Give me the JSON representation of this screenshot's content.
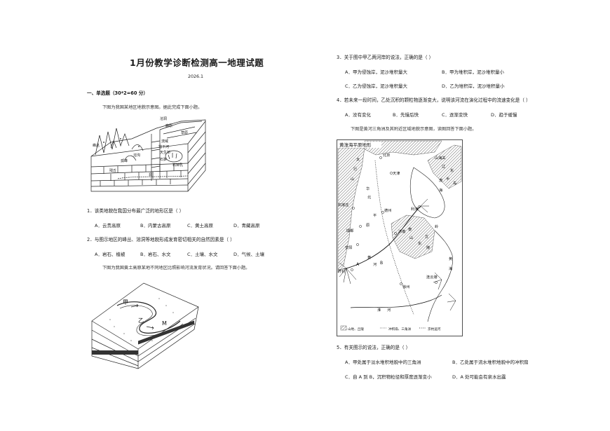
{
  "header": {
    "title": "1月份教学诊断检测高一地理试题",
    "date": "2026.1"
  },
  "section1": {
    "heading": "一、单选题（30*2=60 分）"
  },
  "intro1": "下图为我国某地区地貌示意图。据此完成下面小题。",
  "fig1": {
    "labels": [
      "溶洞",
      "草原",
      "鹿原",
      "峰丛",
      "孤峰",
      "地下河",
      "流域",
      "天生桥",
      "残丘",
      "石钟乳",
      "石笋",
      "溶沟",
      "洞"
    ]
  },
  "q1": {
    "stem": "1．该类地貌在我国分布最广泛的地形区是（    ）",
    "options": [
      "A．云贵高原",
      "B．内蒙古高原",
      "C．黄土高原",
      "D．青藏高原"
    ]
  },
  "q2": {
    "stem": "2．与图示地区的峰丛、溶洞等地貌形成发育密切相关的自然因素是（    ）",
    "options": [
      "A．岩石、植被",
      "B．岩石、水文",
      "C．土壤、水文",
      "D．气候、土壤"
    ]
  },
  "intro2": "下图为我国黄土高原某地不同地区比照影响河流发育状况。请回答下面小题。",
  "fig2": {
    "labels": [
      "甲",
      "乙",
      "M"
    ]
  },
  "q3": {
    "stem": "3．关于图中甲乙两河岸的说法，正确的是（    ）",
    "options": [
      "A．甲为侵蚀岸，泥沙堆积量大",
      "B．甲为堆积岸，泥沙堆积量小",
      "C．乙为侵蚀岸，泥沙堆积量大",
      "D．乙为堆积岸，泥沙堆积量小"
    ]
  },
  "q4": {
    "stem": "4．若未来一段时间，乙处沉积的颗粒物逐渐变大，说明该河流在演化过程中的流速变化是（    ）",
    "options": [
      "A．没有变化",
      "B．先慢后快",
      "C．逐渐变快",
      "D．趋于缓慢"
    ]
  },
  "intro3": "下图是黄河三角洲及其附近区域地貌示意图，读图回答下面小题。",
  "map": {
    "title": "黄淮海平原地形",
    "places": [
      "北京",
      "天津",
      "太",
      "行",
      "山",
      "石家庄",
      "邯郸",
      "安阳",
      "开封",
      "济南",
      "德州",
      "利津",
      "徐州",
      "连云港",
      "泰",
      "山",
      "东",
      "丘",
      "陵",
      "渤",
      "海",
      "黄",
      "海",
      "华",
      "北",
      "平",
      "原",
      "淮",
      "河",
      "山海关",
      "黄",
      "河",
      "辽",
      "东",
      "半",
      "岛",
      "A",
      "B",
      "岭"
    ],
    "legend": [
      "山地、丘陵",
      "冲积扇、三角洲",
      "京杭运河"
    ]
  },
  "q5": {
    "stem": "5．有关图示的说法，正确的是（    ）",
    "options": [
      "A．甲处属于淡水堆积地貌中的三角洲",
      "B．乙处属于流水堆积地貌中的冲积扇",
      "C．自 A 到 B，沉积物粒径和厚度逐渐变小",
      "D．A 处可能会有泉水出露"
    ]
  }
}
